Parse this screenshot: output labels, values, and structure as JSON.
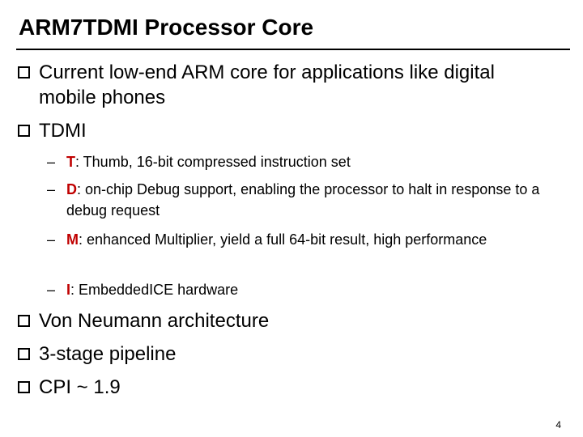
{
  "slide": {
    "title": "ARM7TDMI Processor Core",
    "page_number": "4",
    "accent_color": "#c00000",
    "bullets": [
      "Current low-end ARM core for applications like digital mobile phones",
      "TDMI",
      "Von Neumann architecture",
      "3-stage pipeline",
      "CPI ~ 1.9"
    ],
    "sub_bullets": [
      {
        "key": "T",
        "text": ": Thumb, 16-bit compressed instruction set"
      },
      {
        "key": "D",
        "text": ": on-chip Debug support, enabling the processor to halt in response to a debug request"
      },
      {
        "key": "M",
        "text": ": enhanced Multiplier, yield a full 64-bit result, high performance"
      },
      {
        "key": "I",
        "text": ": EmbeddedICE hardware"
      }
    ]
  }
}
